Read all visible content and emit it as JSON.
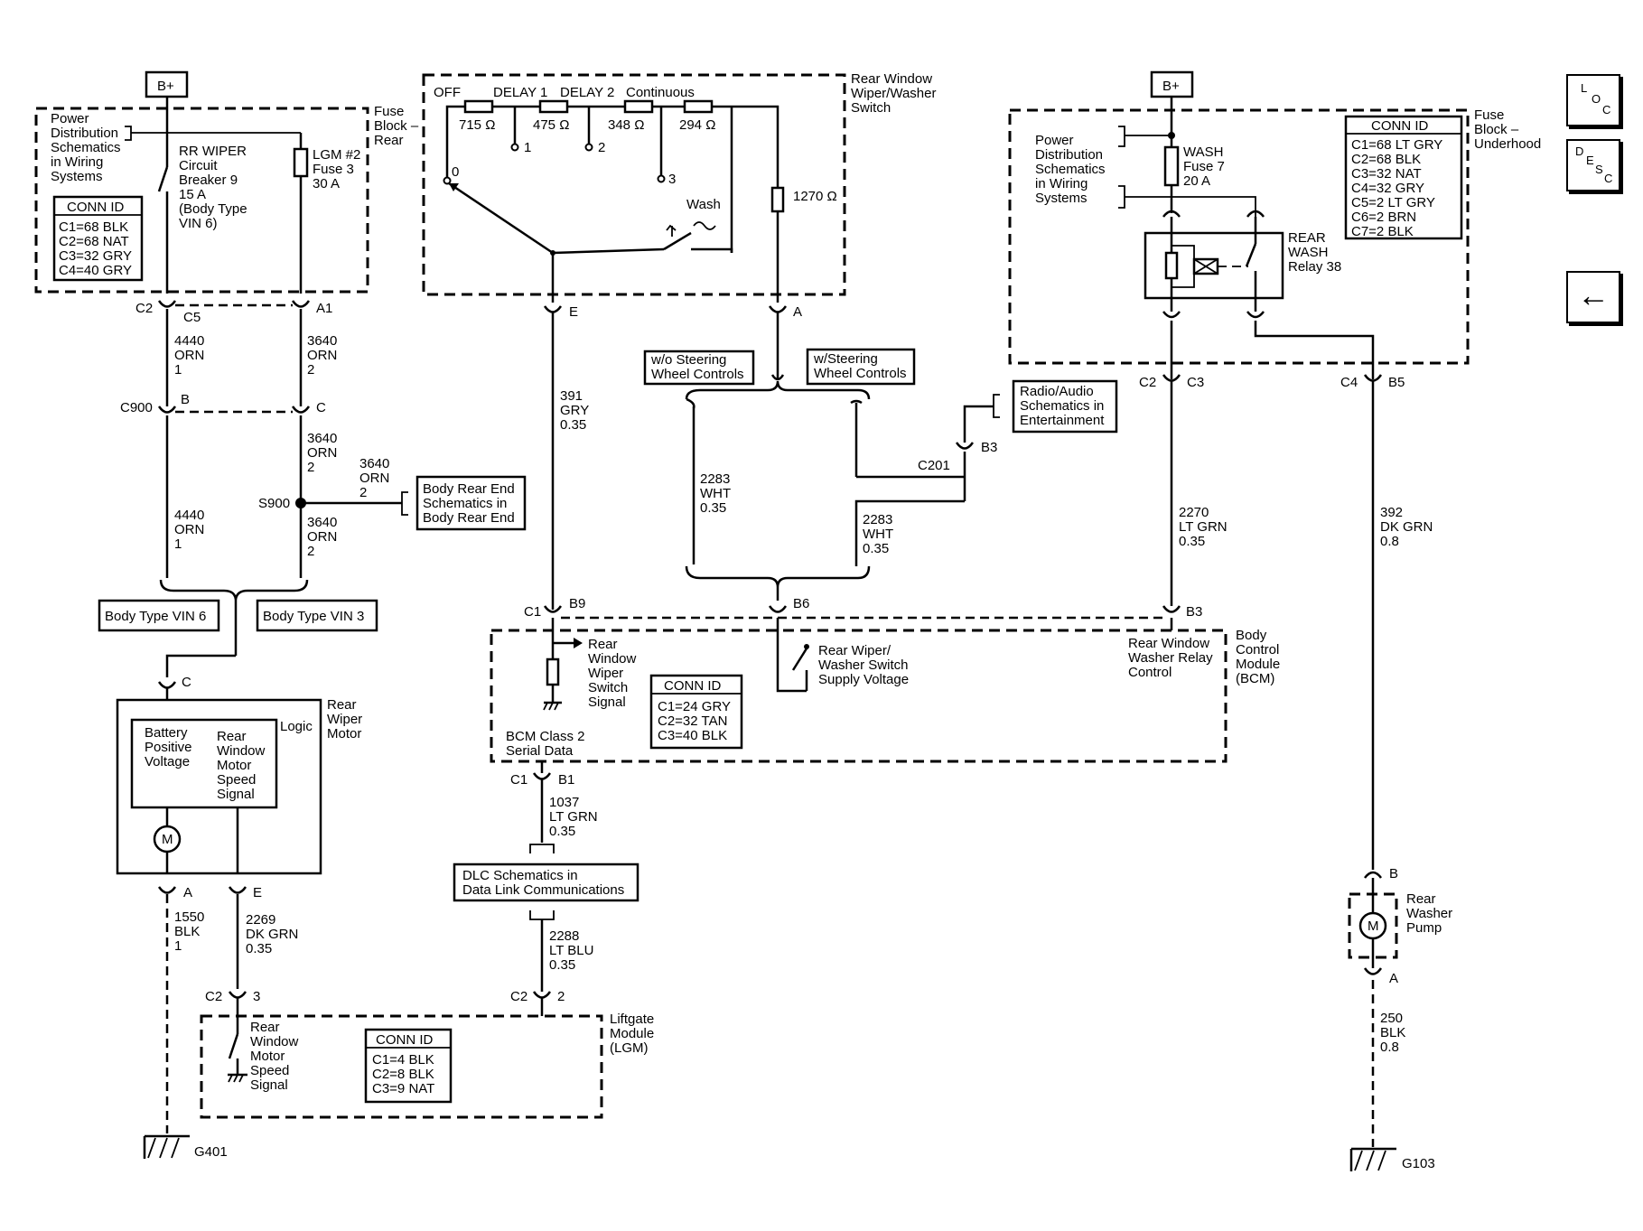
{
  "b_plus": "B+",
  "left": {
    "fuse_block_label": [
      "Fuse",
      "Block –",
      "Rear"
    ],
    "power_dist": [
      "Power",
      "Distribution",
      "Schematics",
      "in Wiring",
      "Systems"
    ],
    "breaker": [
      "RR WIPER",
      "Circuit",
      "Breaker 9",
      "15 A",
      "(Body Type",
      "VIN 6)"
    ],
    "lgm_fuse": [
      "LGM #2",
      "Fuse 3",
      "30 A"
    ],
    "conn_title": "CONN ID",
    "conn": [
      "C1=68 BLK",
      "C2=68 NAT",
      "C3=32 GRY",
      "C4=40 GRY"
    ],
    "c2": "C2",
    "c5": "C5",
    "a1": "A1",
    "w4440_top": [
      "4440",
      "ORN",
      "1"
    ],
    "w3640_top": [
      "3640",
      "ORN",
      "2"
    ],
    "c900": "C900",
    "b": "B",
    "c": "C",
    "w3640_mid": [
      "3640",
      "ORN",
      "2"
    ],
    "w3640_side": [
      "3640",
      "ORN",
      "2"
    ],
    "s900": "S900",
    "body_rear": [
      "Body Rear End",
      "Schematics in",
      "Body Rear End"
    ],
    "w4440_bot": [
      "4440",
      "ORN",
      "1"
    ],
    "w3640_bot": [
      "3640",
      "ORN",
      "2"
    ],
    "vin6": "Body Type VIN 6",
    "vin3": "Body Type VIN 3",
    "motor_c": "C",
    "motor_label": [
      "Rear",
      "Wiper",
      "Motor"
    ],
    "logic": "Logic",
    "batt": [
      "Battery",
      "Positive",
      "Voltage"
    ],
    "speed": [
      "Rear",
      "Window",
      "Motor",
      "Speed",
      "Signal"
    ],
    "m": "M",
    "a": "A",
    "e": "E",
    "w1550": [
      "1550",
      "BLK",
      "1"
    ],
    "w2269": [
      "2269",
      "DK GRN",
      "0.35"
    ],
    "g401": "G401"
  },
  "switch": {
    "title": [
      "Rear Window",
      "Wiper/Washer",
      "Switch"
    ],
    "positions": [
      "OFF",
      "DELAY 1",
      "DELAY 2",
      "Continuous"
    ],
    "resistors": [
      "715 Ω",
      "475 Ω",
      "348 Ω",
      "294 Ω"
    ],
    "contacts": [
      "0",
      "1",
      "2",
      "3"
    ],
    "wash": "Wash",
    "r1270": "1270 Ω",
    "e": "E",
    "a": "A"
  },
  "center": {
    "w391": [
      "391",
      "GRY",
      "0.35"
    ],
    "wo_sw": [
      "w/o Steering",
      "Wheel Controls"
    ],
    "w_sw": [
      "w/Steering",
      "Wheel Controls"
    ],
    "w2283_a": [
      "2283",
      "WHT",
      "0.35"
    ],
    "w2283_b": [
      "2283",
      "WHT",
      "0.35"
    ],
    "radio": [
      "Radio/Audio",
      "Schematics in",
      "Entertainment"
    ],
    "c201": "C201",
    "b3": "B3",
    "c1": "C1",
    "b9": "B9",
    "b6": "B6",
    "bcm_b3": "B3"
  },
  "bcm": {
    "label": [
      "Body",
      "Control",
      "Module",
      "(BCM)"
    ],
    "rw_signal": [
      "Rear",
      "Window",
      "Wiper",
      "Switch",
      "Signal"
    ],
    "supply": [
      "Rear Wiper/",
      "Washer Switch",
      "Supply Voltage"
    ],
    "relay_ctrl": [
      "Rear Window",
      "Washer Relay",
      "Control"
    ],
    "class2": [
      "BCM Class 2",
      "Serial Data"
    ],
    "conn_title": "CONN ID",
    "conn": [
      "C1=24 GRY",
      "C2=32 TAN",
      "C3=40 BLK"
    ],
    "c1": "C1",
    "b1": "B1",
    "w1037": [
      "1037",
      "LT GRN",
      "0.35"
    ],
    "dlc": [
      "DLC Schematics in",
      "Data Link Communications"
    ],
    "w2288": [
      "2288",
      "LT BLU",
      "0.35"
    ]
  },
  "lgm": {
    "c2": "C2",
    "pin2": "2",
    "pin3": "3",
    "speed": [
      "Rear",
      "Window",
      "Motor",
      "Speed",
      "Signal"
    ],
    "conn_title": "CONN ID",
    "conn": [
      "C1=4 BLK",
      "C2=8 BLK",
      "C3=9 NAT"
    ],
    "label": [
      "Liftgate",
      "Module",
      "(LGM)"
    ]
  },
  "right": {
    "fuse_block_label": [
      "Fuse",
      "Block –",
      "Underhood"
    ],
    "power_dist": [
      "Power",
      "Distribution",
      "Schematics",
      "in Wiring",
      "Systems"
    ],
    "wash_fuse": [
      "WASH",
      "Fuse 7",
      "20 A"
    ],
    "relay": [
      "REAR",
      "WASH",
      "Relay 38"
    ],
    "conn_title": "CONN ID",
    "conn": [
      "C1=68 LT GRY",
      "C2=68 BLK",
      "C3=32 NAT",
      "C4=32 GRY",
      "C5=2 LT GRY",
      "C6=2 BRN",
      "C7=2 BLK"
    ],
    "c2": "C2",
    "c3": "C3",
    "c4": "C4",
    "b5": "B5",
    "w2270": [
      "2270",
      "LT GRN",
      "0.35"
    ],
    "w392": [
      "392",
      "DK GRN",
      "0.8"
    ],
    "pump": [
      "Rear",
      "Washer",
      "Pump"
    ],
    "pb": "B",
    "pa": "A",
    "m": "M",
    "w250": [
      "250",
      "BLK",
      "0.8"
    ],
    "g103": "G103"
  },
  "nav": {
    "loc": [
      "L",
      "O",
      "C"
    ],
    "desc": [
      "D",
      "E",
      "S",
      "C"
    ],
    "back": "←"
  }
}
